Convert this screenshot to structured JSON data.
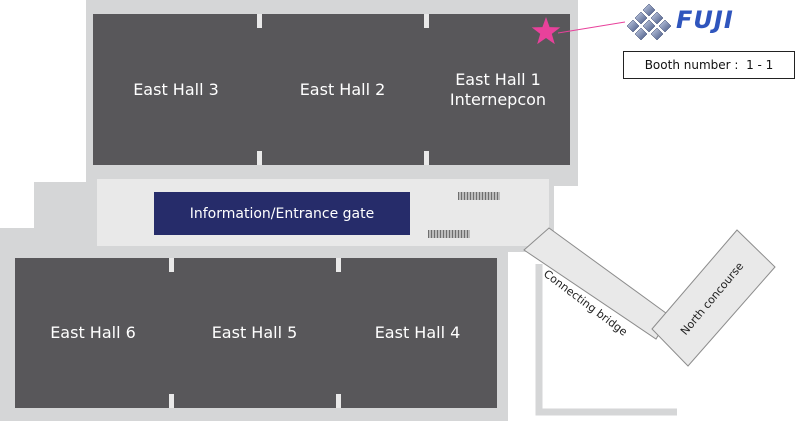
{
  "halls": {
    "east_hall_3": "East Hall 3",
    "east_hall_2": "East Hall 2",
    "east_hall_1_line1": "East Hall 1",
    "east_hall_1_line2": "Internepcon",
    "east_hall_6": "East Hall 6",
    "east_hall_5": "East Hall 5",
    "east_hall_4": "East Hall 4"
  },
  "corridor": {
    "information_gate": "Information/Entrance gate",
    "connecting_bridge": "Connecting bridge",
    "north_concourse": "North concourse"
  },
  "legend": {
    "logo": "FUJI",
    "booth": "Booth number :  1 - 1"
  },
  "colors": {
    "hall": "#58575a",
    "outline": "#d5d6d7",
    "corridor": "#e9e9e9",
    "info": "#262c6a",
    "star": "#e8419b",
    "logo": "#2f55bd"
  },
  "icons": {
    "booth_marker": "star-icon",
    "logo_mark": "diamond-cluster-icon"
  }
}
